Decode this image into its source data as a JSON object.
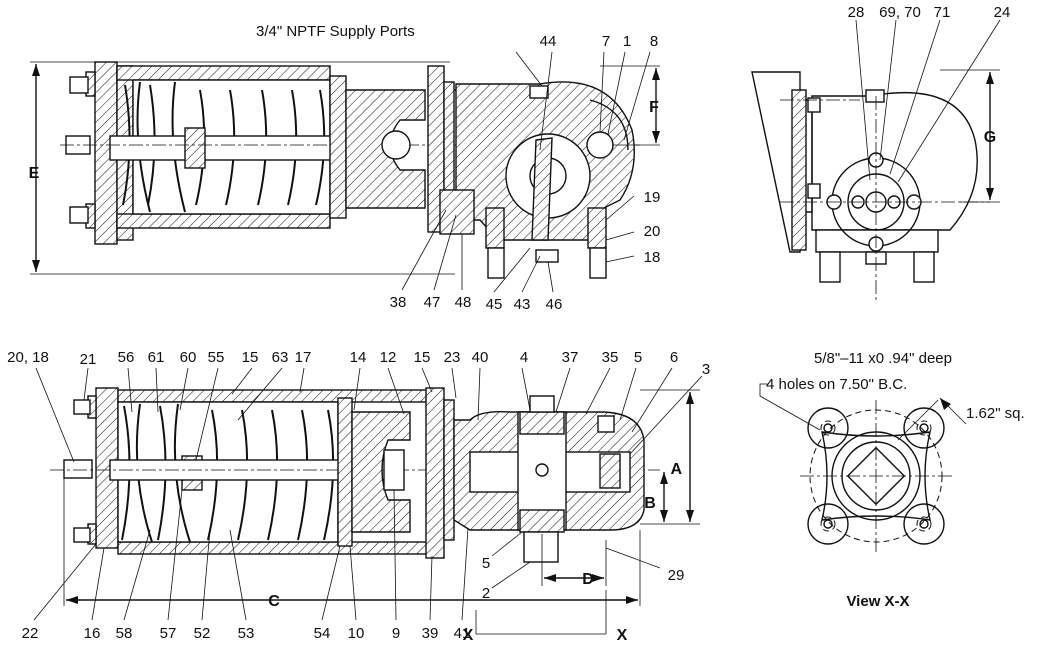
{
  "top_view": {
    "supply_note": "3/4\" NPTF Supply Ports",
    "callouts": [
      "44",
      "7",
      "1",
      "8",
      "19",
      "20",
      "18",
      "38",
      "47",
      "48",
      "45",
      "43",
      "46"
    ],
    "dims": [
      "E",
      "F"
    ]
  },
  "end_view": {
    "callouts": [
      "28",
      "69, 70",
      "71",
      "24"
    ],
    "dims": [
      "G"
    ]
  },
  "section_view": {
    "callouts_top": [
      "20, 18",
      "21",
      "56",
      "61",
      "60",
      "55",
      "15",
      "63",
      "17",
      "14",
      "12",
      "15",
      "23",
      "40",
      "4",
      "37",
      "35",
      "5",
      "6",
      "3"
    ],
    "callouts_bottom": [
      "22",
      "16",
      "58",
      "57",
      "52",
      "53",
      "54",
      "10",
      "9",
      "39",
      "41",
      "5",
      "2",
      "29"
    ],
    "dims": [
      "A",
      "B",
      "C",
      "D"
    ],
    "section_marks": [
      "X",
      "X"
    ]
  },
  "view_xx": {
    "note_line1": "5/8\"–11 x0 .94\" deep",
    "note_line2": "4 holes on 7.50\" B.C.",
    "square_note": "1.62\" sq.",
    "caption": "View X-X"
  }
}
